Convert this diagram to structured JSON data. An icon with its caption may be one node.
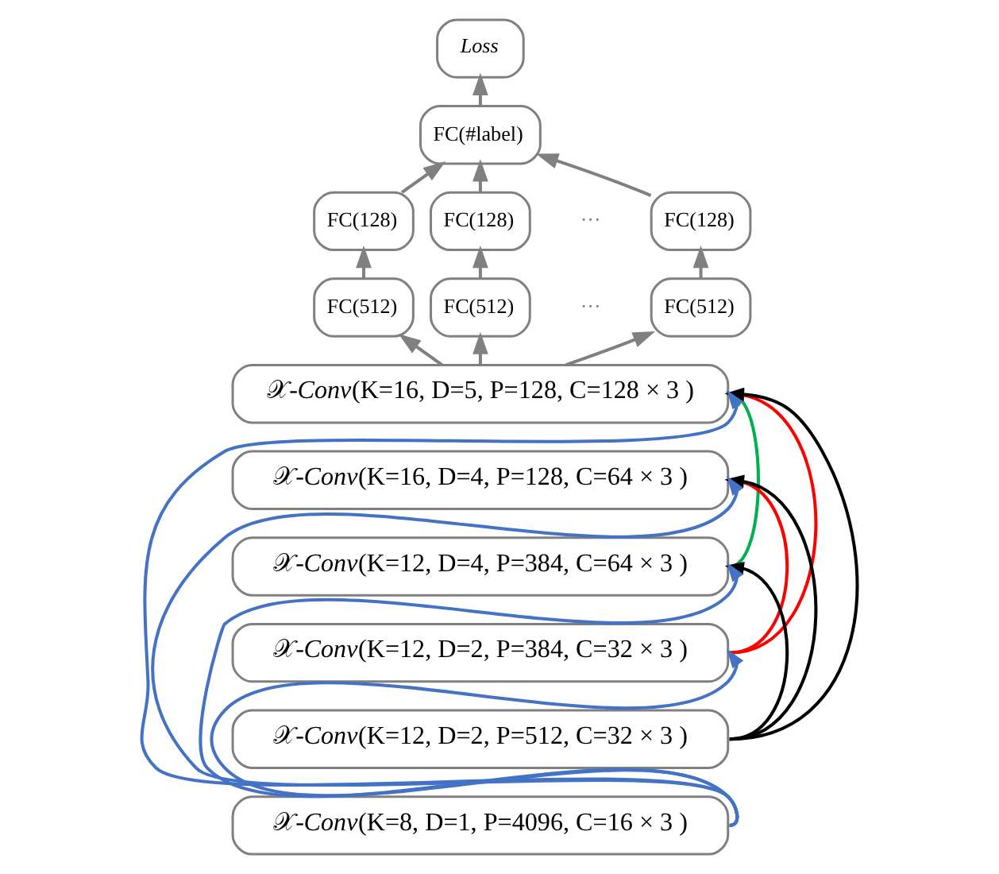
{
  "diagram": {
    "nodes": [
      {
        "text": [
          "Loss"
        ]
      },
      {
        "text": [
          "FC(#label)"
        ]
      },
      {
        "text": [
          "FC(128)"
        ]
      },
      {
        "text": [
          "FC(128)"
        ]
      },
      {
        "text": [
          "FC(128)"
        ]
      },
      {
        "text": [
          "FC(512)"
        ]
      },
      {
        "text": [
          "FC(512)"
        ]
      },
      {
        "text": [
          "FC(512)"
        ]
      },
      {
        "text": [
          "𝒳-*Conv*(K=16, D=5, P=128, C=128 × 3 )"
        ]
      },
      {
        "text": [
          "𝒳-*Conv*(K=16, D=4, P=128, C=64 × 3 )"
        ]
      },
      {
        "text": [
          "𝒳-*Conv*(K=12, D=4, P=384, C=64 × 3 )"
        ]
      },
      {
        "text": [
          "𝒳-*Conv*(K=12, D=2, P=384, C=32 × 3 )"
        ]
      },
      {
        "text": [
          "𝒳-*Conv*(K=12, D=2, P=512, C=32 × 3 )"
        ]
      },
      {
        "text": [
          "𝒳-*Conv*(K=8, D=1, P=4096, C=16 × 3 )"
        ]
      }
    ],
    "edges": [
      {
        "from": 1,
        "to": 0,
        "arrow": "to",
        "color": "#808080"
      },
      {
        "from": 2,
        "to": 1,
        "arrow": "to",
        "color": "#808080"
      },
      {
        "from": 3,
        "to": 1,
        "arrow": "to",
        "color": "#808080"
      },
      {
        "from": 4,
        "to": 1,
        "arrow": "to",
        "color": "#808080"
      },
      {
        "from": 5,
        "to": 2,
        "arrow": "to",
        "color": "#808080"
      },
      {
        "from": 6,
        "to": 3,
        "arrow": "to",
        "color": "#808080"
      },
      {
        "from": 7,
        "to": 4,
        "arrow": "to",
        "color": "#808080"
      },
      {
        "from": 8,
        "to": 5,
        "arrow": "to",
        "color": "#808080"
      },
      {
        "from": 8,
        "to": 6,
        "arrow": "to",
        "color": "#808080"
      },
      {
        "from": 8,
        "to": 7,
        "arrow": "to",
        "color": "#808080"
      },
      {
        "from": 10,
        "to": 8,
        "arrow": "to",
        "color": "#00b050"
      },
      {
        "from": 11,
        "to": 8,
        "arrow": "to",
        "color": "#ff0000"
      },
      {
        "from": 11,
        "to": 9,
        "arrow": "to",
        "color": "#ff0000"
      },
      {
        "from": 12,
        "to": 8,
        "arrow": "to",
        "color": "#000000"
      },
      {
        "from": 12,
        "to": 9,
        "arrow": "to",
        "color": "#000000"
      },
      {
        "from": 12,
        "to": 10,
        "arrow": "to",
        "color": "#000000"
      },
      {
        "from": 13,
        "to": 8,
        "arrow": "to",
        "color": "#4472c4"
      },
      {
        "from": 13,
        "to": 9,
        "arrow": "to",
        "color": "#4472c4"
      },
      {
        "from": 13,
        "to": 10,
        "arrow": "to",
        "color": "#4472c4"
      },
      {
        "from": 13,
        "to": 11,
        "arrow": "to",
        "color": "#4472c4"
      }
    ],
    "labels": [
      "···",
      "···"
    ]
  }
}
